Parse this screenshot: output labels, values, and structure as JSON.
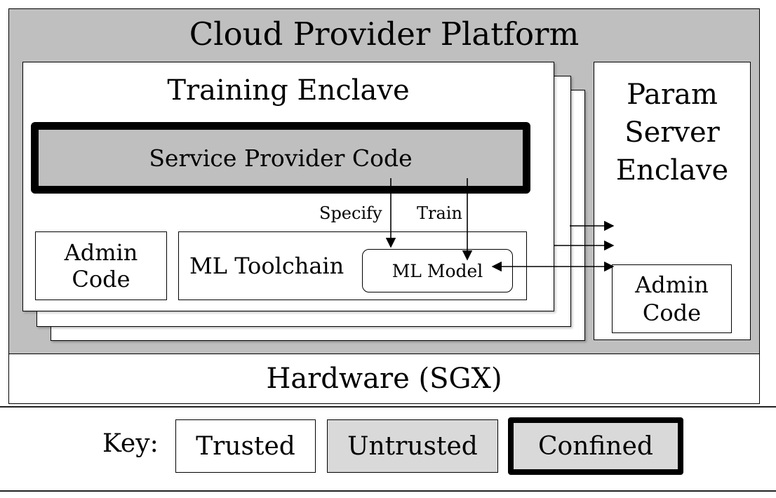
{
  "colors": {
    "untrusted": "#bfbfbf",
    "trusted": "#ffffff",
    "confined_border": "#000000"
  },
  "platform": {
    "title": "Cloud Provider Platform"
  },
  "training_enclave": {
    "title": "Training Enclave",
    "service_code": "Service Provider Code",
    "admin_code": [
      "Admin",
      "Code"
    ],
    "toolchain": "ML Toolchain",
    "model": "ML Model",
    "specify_label": "Specify",
    "train_label": "Train"
  },
  "param_server": {
    "title": [
      "Param",
      "Server",
      "Enclave"
    ],
    "admin_code": [
      "Admin",
      "Code"
    ]
  },
  "hardware": {
    "label": "Hardware (SGX)"
  },
  "key": {
    "label": "Key:",
    "trusted": "Trusted",
    "untrusted": "Untrusted",
    "confined": "Confined"
  }
}
